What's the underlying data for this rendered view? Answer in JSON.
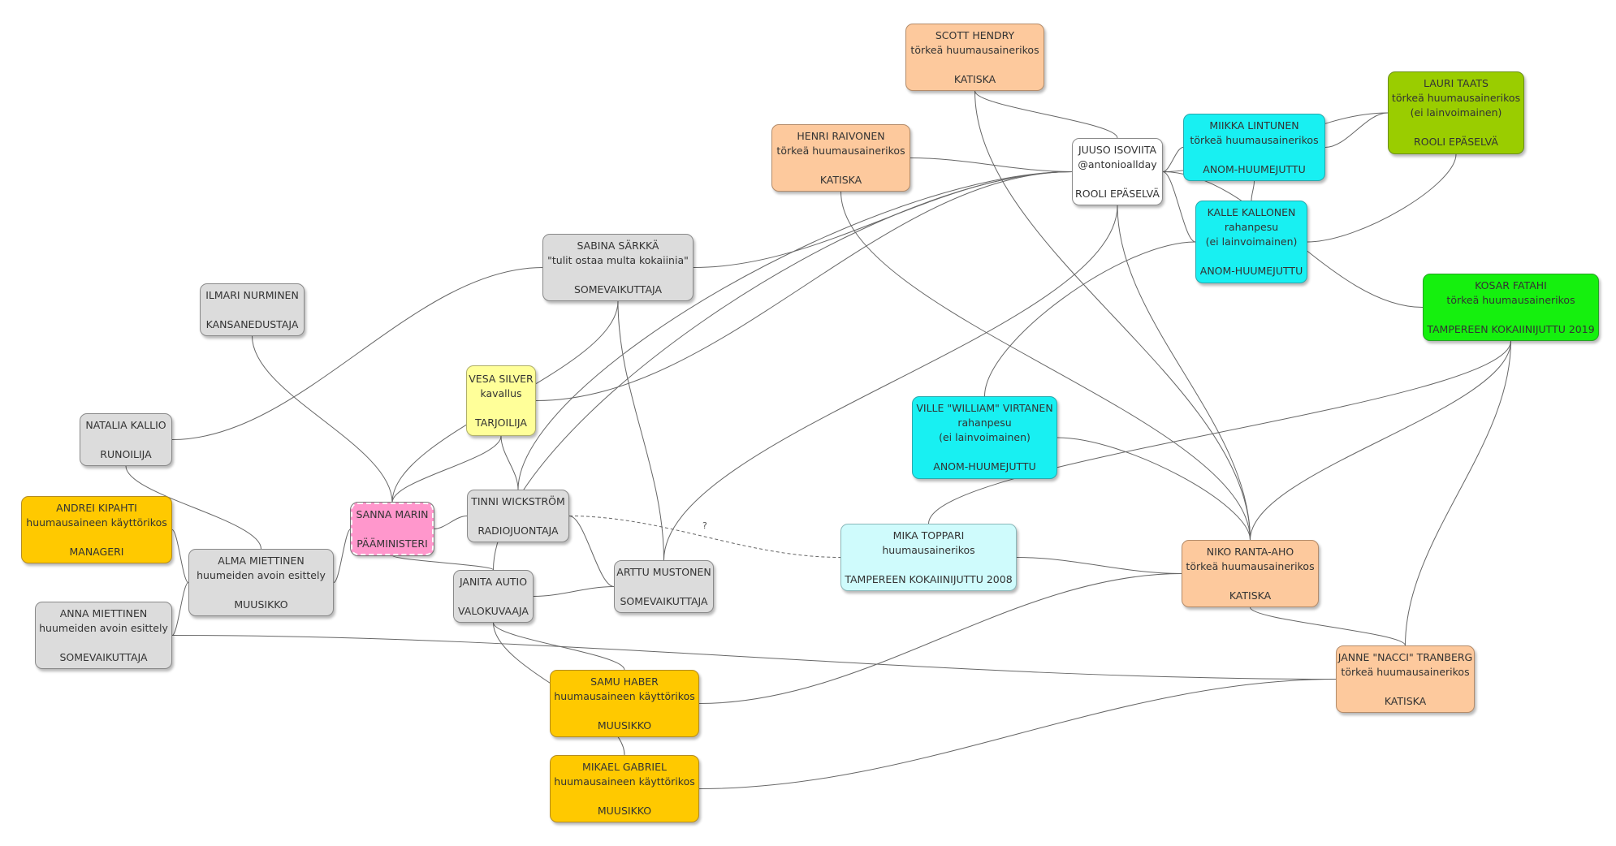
{
  "nodes": {
    "scott": {
      "color": "#fdc99d",
      "lines": [
        "SCOTT HENDRY",
        "törkeä huumausainerikos",
        "",
        "KATISKA"
      ]
    },
    "henri": {
      "color": "#fdc99d",
      "lines": [
        "HENRI RAIVONEN",
        "törkeä huumausainerikos",
        "",
        "KATISKA"
      ]
    },
    "juuso": {
      "color": "#ffffff",
      "lines": [
        "JUUSO ISOVIITA",
        "@antonioallday",
        "",
        "ROOLI EPÄSELVÄ"
      ]
    },
    "miikka": {
      "color": "#18f0f2",
      "lines": [
        "MIIKKA LINTUNEN",
        "törkeä huumausainerikos",
        "",
        "ANOM-HUUMEJUTTU"
      ]
    },
    "lauri": {
      "color": "#9acd00",
      "lines": [
        "LAURI TAATS",
        "törkeä huumausainerikos",
        "(ei lainvoimainen)",
        "",
        "ROOLI EPÄSELVÄ"
      ]
    },
    "kalle": {
      "color": "#18f0f2",
      "lines": [
        "KALLE KALLONEN",
        "rahanpesu",
        "(ei lainvoimainen)",
        "",
        "ANOM-HUUMEJUTTU"
      ]
    },
    "sabina": {
      "color": "#dcdcdc",
      "lines": [
        "SABINA SÄRKKÄ",
        "\"tulit ostaa multa kokaiinia\"",
        "",
        "SOMEVAIKUTTAJA"
      ]
    },
    "ilmari": {
      "color": "#dcdcdc",
      "lines": [
        "ILMARI NURMINEN",
        "",
        "KANSANEDUSTAJA"
      ]
    },
    "kosar": {
      "color": "#15f00e",
      "lines": [
        "KOSAR FATAHI",
        "törkeä huumausainerikos",
        "",
        "TAMPEREEN KOKAIINIJUTTU 2019"
      ]
    },
    "vesa": {
      "color": "#ffff99",
      "lines": [
        "VESA SILVER",
        "kavallus",
        "",
        "TARJOILIJA"
      ]
    },
    "natalia": {
      "color": "#dcdcdc",
      "lines": [
        "NATALIA KALLIO",
        "",
        "RUNOILIJA"
      ]
    },
    "ville": {
      "color": "#18f0f2",
      "lines": [
        "VILLE \"WILLIAM\" VIRTANEN",
        "rahanpesu",
        "(ei lainvoimainen)",
        "",
        "ANOM-HUUMEJUTTU"
      ]
    },
    "andrei": {
      "color": "#ffc900",
      "lines": [
        "ANDREI KIPAHTI",
        "huumausaineen käyttörikos",
        "",
        "MANAGERI"
      ]
    },
    "sanna": {
      "color": "#ff97cc",
      "lines": [
        "SANNA MARIN",
        "",
        "PÄÄMINISTERI"
      ]
    },
    "tinni": {
      "color": "#dcdcdc",
      "lines": [
        "TINNI WICKSTRÖM",
        "",
        "RADIOJUONTAJA"
      ]
    },
    "mika": {
      "color": "#cffbfc",
      "lines": [
        "MIKA TOPPARI",
        "huumausainerikos",
        "",
        "TAMPEREEN KOKAIINIJUTTU 2008"
      ]
    },
    "niko": {
      "color": "#fdc99d",
      "lines": [
        "NIKO RANTA-AHO",
        "törkeä huumausainerikos",
        "",
        "KATISKA"
      ]
    },
    "alma": {
      "color": "#dcdcdc",
      "lines": [
        "ALMA MIETTINEN",
        "huumeiden avoin esittely",
        "",
        "MUUSIKKO"
      ]
    },
    "arttu": {
      "color": "#dcdcdc",
      "lines": [
        "ARTTU MUSTONEN",
        "",
        "SOMEVAIKUTTAJA"
      ]
    },
    "janita": {
      "color": "#dcdcdc",
      "lines": [
        "JANITA AUTIO",
        "",
        "VALOKUVAAJA"
      ]
    },
    "anna": {
      "color": "#dcdcdc",
      "lines": [
        "ANNA MIETTINEN",
        "huumeiden avoin esittely",
        "",
        "SOMEVAIKUTTAJA"
      ]
    },
    "janne": {
      "color": "#fdc99d",
      "lines": [
        "JANNE \"NACCI\" TRANBERG",
        "törkeä huumausainerikos",
        "",
        "KATISKA"
      ]
    },
    "samu": {
      "color": "#ffc900",
      "lines": [
        "SAMU HABER",
        "huumausaineen käyttörikos",
        "",
        "MUUSIKKO"
      ]
    },
    "mikael": {
      "color": "#ffc900",
      "lines": [
        "MIKAEL GABRIEL",
        "huumausaineen käyttörikos",
        "",
        "MUUSIKKO"
      ]
    }
  },
  "edge_label": "?",
  "edges": [
    [
      "sanna",
      "ilmari"
    ],
    [
      "sanna",
      "vesa"
    ],
    [
      "sanna",
      "sabina"
    ],
    [
      "sanna",
      "tinni"
    ],
    [
      "sanna",
      "alma"
    ],
    [
      "sanna",
      "janita"
    ],
    [
      "natalia",
      "sabina"
    ],
    [
      "natalia",
      "alma"
    ],
    [
      "andrei",
      "alma"
    ],
    [
      "anna",
      "alma"
    ],
    [
      "anna",
      "janne"
    ],
    [
      "vesa",
      "tinni"
    ],
    [
      "vesa",
      "juuso"
    ],
    [
      "sabina",
      "juuso"
    ],
    [
      "sabina",
      "arttu"
    ],
    [
      "henri",
      "juuso"
    ],
    [
      "henri",
      "niko"
    ],
    [
      "scott",
      "juuso"
    ],
    [
      "scott",
      "niko"
    ],
    [
      "juuso",
      "miikka"
    ],
    [
      "juuso",
      "lauri"
    ],
    [
      "juuso",
      "kalle"
    ],
    [
      "juuso",
      "kosar"
    ],
    [
      "juuso",
      "niko"
    ],
    [
      "juuso",
      "tinni"
    ],
    [
      "juuso",
      "janita"
    ],
    [
      "juuso",
      "arttu"
    ],
    [
      "miikka",
      "lauri"
    ],
    [
      "miikka",
      "kalle"
    ],
    [
      "kalle",
      "lauri"
    ],
    [
      "kalle",
      "ville"
    ],
    [
      "ville",
      "niko"
    ],
    [
      "kosar",
      "mika"
    ],
    [
      "kosar",
      "niko"
    ],
    [
      "kosar",
      "janne"
    ],
    [
      "mika",
      "niko"
    ],
    [
      "tinni",
      "arttu"
    ],
    [
      "janita",
      "arttu"
    ],
    [
      "janita",
      "samu"
    ],
    [
      "janita",
      "mikael"
    ],
    [
      "samu",
      "niko"
    ],
    [
      "mikael",
      "janne"
    ],
    [
      "niko",
      "janne"
    ],
    [
      "tinni",
      "mika"
    ]
  ]
}
